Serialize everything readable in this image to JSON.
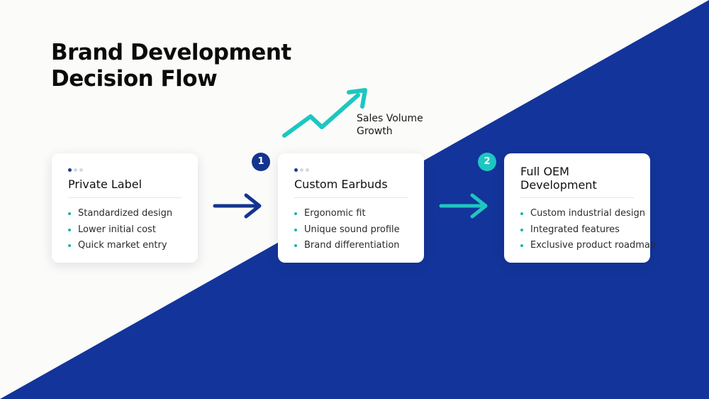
{
  "title_lines": [
    "Brand Development",
    "Decision Flow"
  ],
  "colors": {
    "navy": "#14348f",
    "teal": "#1ec6c0",
    "background": "#fbfbf9"
  },
  "growth_annotation": {
    "lines": [
      "Sales Volume",
      "Growth"
    ],
    "icon": "trend-up-icon"
  },
  "steps": [
    {
      "title_lines": [
        "Private Label"
      ],
      "bullets": [
        "Standardized design",
        "Lower initial cost",
        "Quick market entry"
      ]
    },
    {
      "badge": "1",
      "title_lines": [
        "Custom Earbuds"
      ],
      "bullets": [
        "Ergonomic fit",
        "Unique sound profile",
        "Brand differentiation"
      ]
    },
    {
      "badge": "2",
      "title_lines": [
        "Full OEM",
        "Development"
      ],
      "bullets": [
        "Custom industrial design",
        "Integrated features",
        "Exclusive product roadmap"
      ]
    }
  ]
}
